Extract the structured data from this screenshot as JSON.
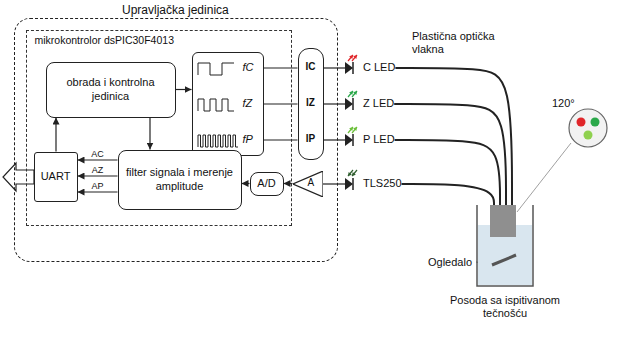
{
  "diagram": {
    "nodes": [
      {
        "text": [
          "Upravljačka jedinica"
        ]
      },
      {
        "text": [
          "mikrokontrolor dsPIC30F4013"
        ],
        "in": 0
      },
      {
        "text": [
          "obrada i kontrolna jedinica"
        ],
        "in": 1
      },
      {
        "text": [
          "fC",
          "fZ",
          "fP"
        ],
        "in": 1
      },
      {
        "text": [
          "UART"
        ],
        "in": 1
      },
      {
        "text": [
          "filter signala i merenje amplitude"
        ],
        "in": 1
      },
      {
        "text": [
          "A/D"
        ],
        "in": 1
      },
      {
        "text": [
          "IC",
          "IZ",
          "IP"
        ],
        "in": 0
      },
      {
        "text": [
          "A"
        ],
        "in": 0
      },
      {
        "text": [
          "C LED"
        ]
      },
      {
        "text": [
          "Z LED"
        ]
      },
      {
        "text": [
          "P LED"
        ]
      },
      {
        "text": [
          "TLS250"
        ]
      },
      {
        "text": [
          "Posoda sa ispitivanom tečnošću"
        ]
      }
    ],
    "edges": [
      {
        "from": 2,
        "to": 3,
        "arrow": "to"
      },
      {
        "from": 3,
        "to": 7,
        "arrow": "none"
      },
      {
        "from": 3,
        "to": 7,
        "arrow": "none"
      },
      {
        "from": 3,
        "to": 7,
        "arrow": "none"
      },
      {
        "from": 7,
        "to": 9,
        "arrow": "none"
      },
      {
        "from": 7,
        "to": 10,
        "arrow": "none"
      },
      {
        "from": 7,
        "to": 11,
        "arrow": "none"
      },
      {
        "from": 12,
        "to": 8,
        "arrow": "none"
      },
      {
        "from": 8,
        "to": 6,
        "arrow": "to"
      },
      {
        "from": 6,
        "to": 5,
        "arrow": "to"
      },
      {
        "from": 5,
        "to": 4,
        "label": "AC",
        "arrow": "to"
      },
      {
        "from": 5,
        "to": 4,
        "label": "AZ",
        "arrow": "to"
      },
      {
        "from": 5,
        "to": 4,
        "label": "AP",
        "arrow": "to"
      },
      {
        "from": 4,
        "to": 2,
        "arrow": "to"
      },
      {
        "from": 2,
        "to": 5,
        "arrow": "to"
      },
      {
        "from": 9,
        "to": 13,
        "arrow": "none"
      },
      {
        "from": 10,
        "to": 13,
        "arrow": "none"
      },
      {
        "from": 11,
        "to": 13,
        "arrow": "none"
      },
      {
        "from": 12,
        "to": 13,
        "arrow": "none"
      }
    ],
    "labels": [
      "Plastična optička vlakna",
      "Ogledalo",
      "120°"
    ]
  }
}
